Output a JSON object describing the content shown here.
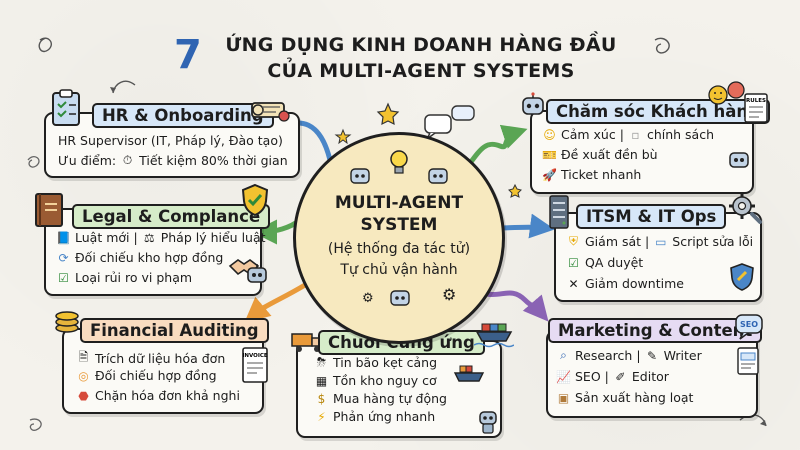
{
  "title": {
    "number": "7",
    "line1": "ỨNG DỤNG KINH DOANH HÀNG ĐẦU",
    "line2": "CỦA MULTI-AGENT SYSTEMS"
  },
  "hub": {
    "line1": "MULTI-AGENT",
    "line2": "SYSTEM",
    "line3": "(Hệ thống đa tác tử)",
    "line4": "Tự chủ vận hành"
  },
  "hr": {
    "title": "HR & Onboarding",
    "line1": "HR Supervisor (IT, Pháp lý, Đào tạo)",
    "line2": "Ưu điểm:",
    "line2b": "Tiết kiệm 80% thời gian"
  },
  "legal": {
    "title": "Legal & Complance",
    "line1a": "Luật mới",
    "line1b": "Pháp lý hiểu luật",
    "line2": "Đối chiếu kho hợp đồng",
    "line3": "Loại rủi ro vi phạm"
  },
  "finance": {
    "title": "Financial Auditing",
    "line1": "Trích dữ liệu hóa đơn",
    "line2": "Đối chiếu hợp đồng",
    "line3": "Chặn hóa đơn khả nghi",
    "invoice": "INVOICE"
  },
  "supply": {
    "title": "Chuỗi Cung ứng",
    "line1": "Tin bão kẹt cảng",
    "line2": "Tồn kho nguy cơ",
    "line3": "Mua hàng tự động",
    "line4": "Phản ứng nhanh"
  },
  "cs": {
    "title": "Chăm sóc Khách hàng",
    "line1a": "Cảm xúc",
    "line1b": "chính sách",
    "line2": "Đề xuất đền bù",
    "line3": "Ticket nhanh",
    "rules": "RULES"
  },
  "itsm": {
    "title": "ITSM & IT Ops",
    "line1a": "Giám sát",
    "line1b": "Script sửa lỗi",
    "line2": "QA duyệt",
    "line3": "Giảm downtime"
  },
  "marketing": {
    "title": "Marketing & Content",
    "line1a": "Research",
    "line1b": "Writer",
    "line2a": "SEO",
    "line2b": "Editor",
    "line3": "Sản xuất hàng loạt",
    "badge": "SEO"
  },
  "colors": {
    "blue": "#4a86c8",
    "green": "#5aa554",
    "orange": "#e99a3a",
    "purple": "#8a63b4",
    "gold": "#e6b53c",
    "hub": "#f7e9bf"
  },
  "icons": [
    "clipboard-icon",
    "diploma-icon",
    "stopwatch-icon",
    "law-book-icon",
    "shield-check-icon",
    "scale-icon",
    "handshake-icon",
    "coins-icon",
    "invoice-icon",
    "stop-icon",
    "truck-icon",
    "ship-icon",
    "storm-icon",
    "emoji-faces-icon",
    "ticket-icon",
    "rocket-icon",
    "server-icon",
    "wrench-icon",
    "magnifier-icon",
    "pen-icon",
    "chart-icon",
    "box-icon",
    "robot-icon",
    "lightbulb-icon",
    "star-icon",
    "gear-icon"
  ]
}
